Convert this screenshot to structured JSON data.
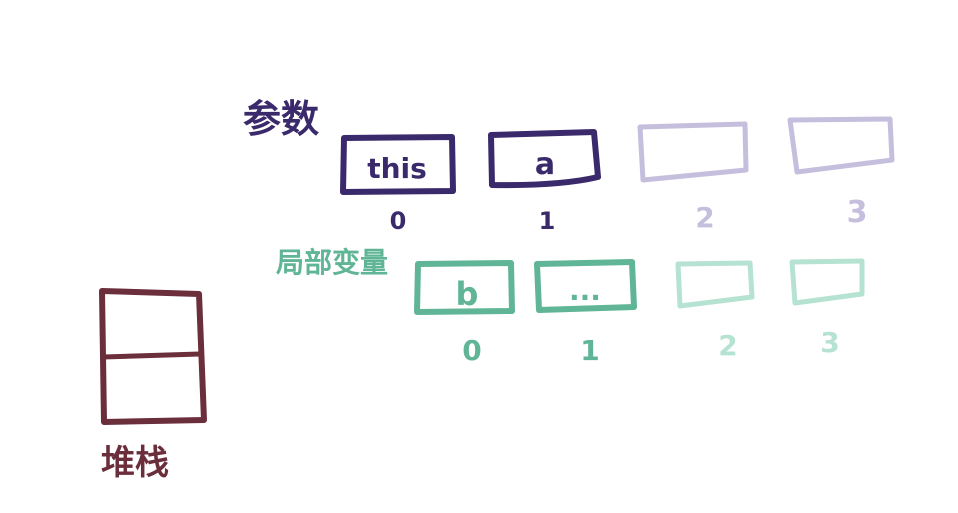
{
  "colors": {
    "param_dark": "#3a2a6b",
    "param_light": "#c6bedd",
    "local_dark": "#5fb596",
    "local_light": "#b6e2d2",
    "stack": "#6b2e3b"
  },
  "params": {
    "label": "参数",
    "slots": [
      {
        "value": "this",
        "index": "0"
      },
      {
        "value": "a",
        "index": "1"
      },
      {
        "value": "",
        "index": "2"
      },
      {
        "value": "",
        "index": "3"
      }
    ]
  },
  "locals": {
    "label": "局部变量",
    "slots": [
      {
        "value": "b",
        "index": "0"
      },
      {
        "value": "...",
        "index": "1"
      },
      {
        "value": "",
        "index": "2"
      },
      {
        "value": "",
        "index": "3"
      }
    ]
  },
  "stack": {
    "label": "堆栈"
  }
}
